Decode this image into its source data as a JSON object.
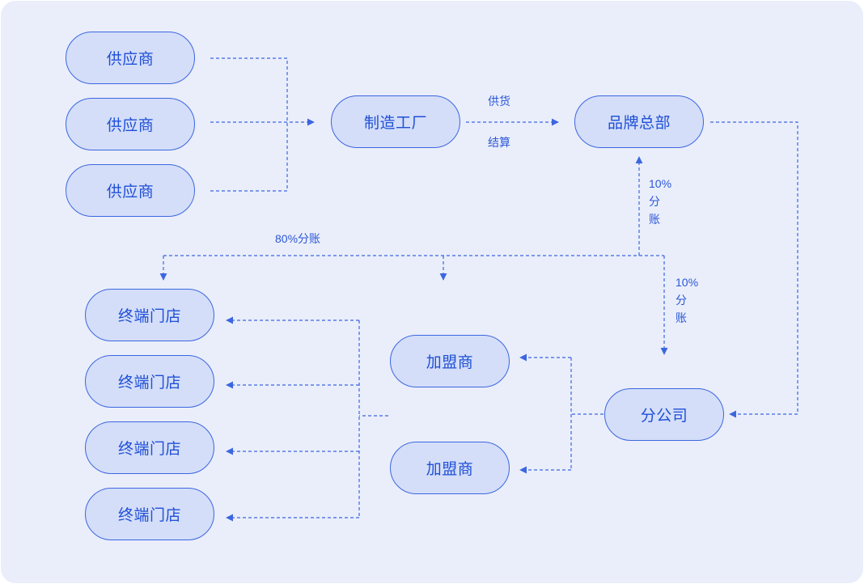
{
  "nodes": {
    "supplier_1": "供应商",
    "supplier_2": "供应商",
    "supplier_3": "供应商",
    "factory": "制造工厂",
    "brand_hq": "品牌总部",
    "store_1": "终端门店",
    "store_2": "终端门店",
    "store_3": "终端门店",
    "store_4": "终端门店",
    "franchisee_1": "加盟商",
    "franchisee_2": "加盟商",
    "branch": "分公司"
  },
  "labels": {
    "supply": "供货",
    "settlement": "结算",
    "hq_share_pct": "10%",
    "hq_share_c1": "分",
    "hq_share_c2": "账",
    "branch_share_pct": "10%",
    "branch_share_c1": "分",
    "branch_share_c2": "账",
    "store_share": "80%分账"
  },
  "colors": {
    "accent": "#3C66E0",
    "node_fill": "#D4DEF9",
    "background": "#EAEEFA"
  }
}
